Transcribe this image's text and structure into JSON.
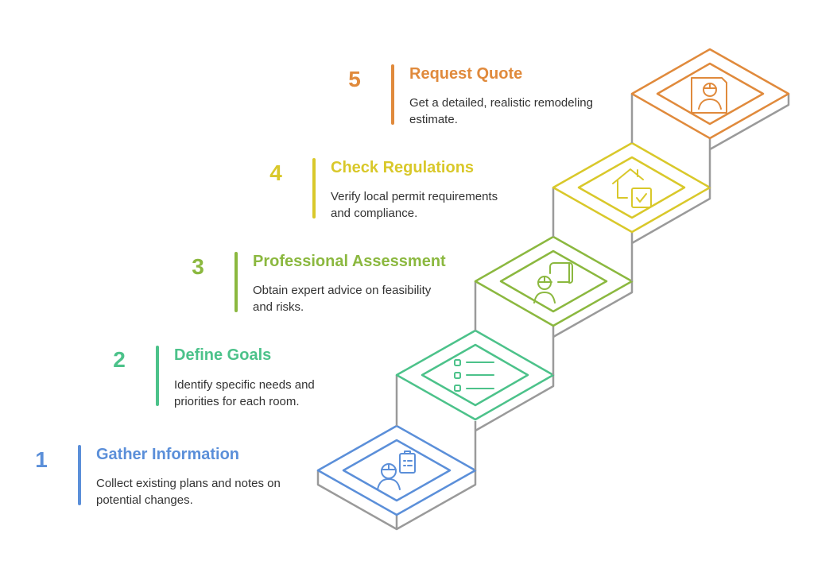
{
  "steps": [
    {
      "number": "1",
      "title": "Gather Information",
      "desc_line1": "Collect existing plans and notes on",
      "desc_line2": "potential changes.",
      "color": "#5b8fd9",
      "icon": "worker-clipboard-icon"
    },
    {
      "number": "2",
      "title": "Define Goals",
      "desc_line1": "Identify specific needs and",
      "desc_line2": "priorities for each room.",
      "color": "#4cc28a",
      "icon": "checklist-icon"
    },
    {
      "number": "3",
      "title": "Professional Assessment",
      "desc_line1": "Obtain expert advice on feasibility",
      "desc_line2": "and risks.",
      "color": "#8bb83f",
      "icon": "worker-blueprint-icon"
    },
    {
      "number": "4",
      "title": "Check Regulations",
      "desc_line1": "Verify local permit requirements",
      "desc_line2": "and compliance.",
      "color": "#d9c82a",
      "icon": "house-document-check-icon"
    },
    {
      "number": "5",
      "title": "Request Quote",
      "desc_line1": "Get a detailed, realistic remodeling",
      "desc_line2": "estimate.",
      "color": "#e08a3c",
      "icon": "worker-document-icon"
    }
  ],
  "stair_side_color": "#9a9a9a"
}
